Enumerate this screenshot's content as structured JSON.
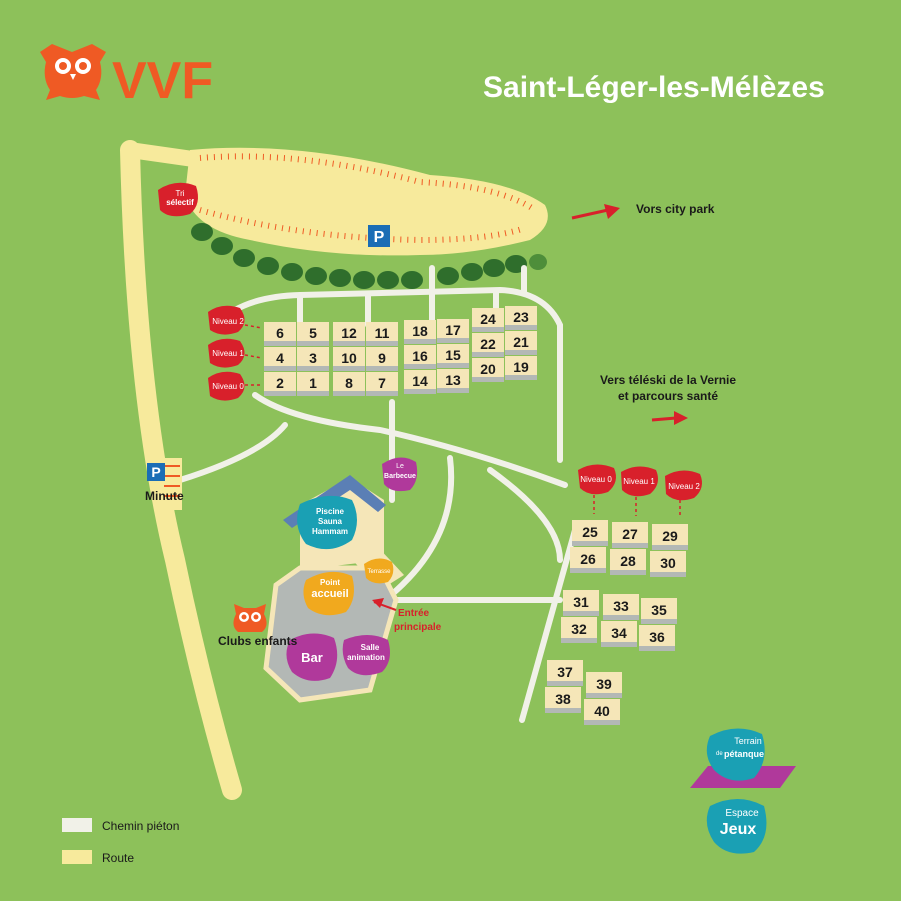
{
  "logo": {
    "text": "VVF",
    "icon": "owl-icon"
  },
  "title": "Saint-Léger-les-Mélèzes",
  "colors": {
    "grass": "#8dc15a",
    "path": "#f1f1e8",
    "road": "#f7ea9c",
    "red": "#d8202b",
    "orange": "#ef5a24",
    "purple": "#b0399b",
    "teal": "#1aa0b4",
    "yellow": "#f1a91e"
  },
  "directions": {
    "city_park": "Vors city park",
    "teleski_line1": "Vers téléski de la Vernie",
    "teleski_line2": "et parcours santé"
  },
  "parking": {
    "symbol": "P",
    "minute": "Minute"
  },
  "tri": {
    "line1": "Tri",
    "line2": "sélectif"
  },
  "levels": {
    "n0": "Niveau 0",
    "n1": "Niveau 1",
    "n2": "Niveau 2"
  },
  "units_top": {
    "b1": [
      [
        "6",
        "5"
      ],
      [
        "4",
        "3"
      ],
      [
        "2",
        "1"
      ]
    ],
    "b2": [
      [
        "12",
        "11"
      ],
      [
        "10",
        "9"
      ],
      [
        "8",
        "7"
      ]
    ],
    "b3": [
      [
        "18",
        "17"
      ],
      [
        "16",
        "15"
      ],
      [
        "14",
        "13"
      ]
    ],
    "b4": [
      [
        "24",
        "23"
      ],
      [
        "22",
        "21"
      ],
      [
        "20",
        "19"
      ]
    ]
  },
  "units_bottom": {
    "c1": [
      "25",
      "26"
    ],
    "c2": [
      "27",
      "28"
    ],
    "c3": [
      "29",
      "30"
    ],
    "c4": [
      "31",
      "32"
    ],
    "c5": [
      "33",
      "34"
    ],
    "c6": [
      "35",
      "36"
    ],
    "c7": [
      "37",
      "38"
    ],
    "c8": [
      "39",
      "40"
    ]
  },
  "facilities": {
    "barbecue_line1": "Le",
    "barbecue_line2": "Barbecue",
    "piscine_line1": "Piscine",
    "piscine_line2": "Sauna",
    "piscine_line3": "Hammam",
    "point_line1": "Point",
    "point_line2": "accueil",
    "terrasse": "Terrasse",
    "bar": "Bar",
    "salle_line1": "Salle",
    "salle_line2": "animation",
    "clubs": "Clubs enfants",
    "entree_line1": "Entrée",
    "entree_line2": "principale",
    "petanque_line1": "Terrain",
    "petanque_line2": "de",
    "petanque_line3": "pétanque",
    "jeux_line1": "Espace",
    "jeux_line2": "Jeux"
  },
  "legend": {
    "chemin": "Chemin piéton",
    "route": "Route"
  }
}
